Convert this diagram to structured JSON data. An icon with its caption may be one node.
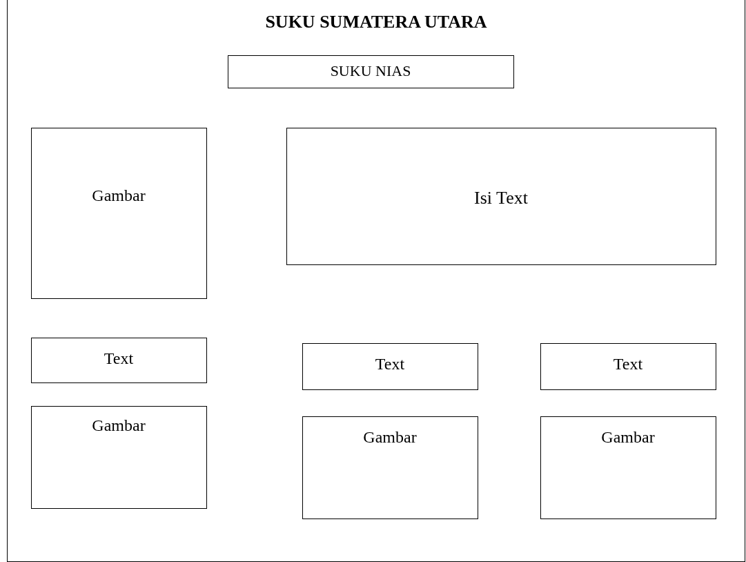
{
  "diagram": {
    "nodes": [
      {
        "text": [
          "SUKU SUMATERA UTARA"
        ]
      },
      {
        "text": [
          "SUKU NIAS"
        ],
        "in": 0
      },
      {
        "text": [
          "Gambar"
        ],
        "in": 0
      },
      {
        "text": [
          "Isi Text"
        ],
        "in": 0
      },
      {
        "text": [
          "Text"
        ],
        "in": 0
      },
      {
        "text": [
          "Text"
        ],
        "in": 0
      },
      {
        "text": [
          "Text"
        ],
        "in": 0
      },
      {
        "text": [
          "Gambar"
        ],
        "in": 0
      },
      {
        "text": [
          "Gambar"
        ],
        "in": 0
      },
      {
        "text": [
          "Gambar"
        ],
        "in": 0
      }
    ],
    "edges": []
  }
}
